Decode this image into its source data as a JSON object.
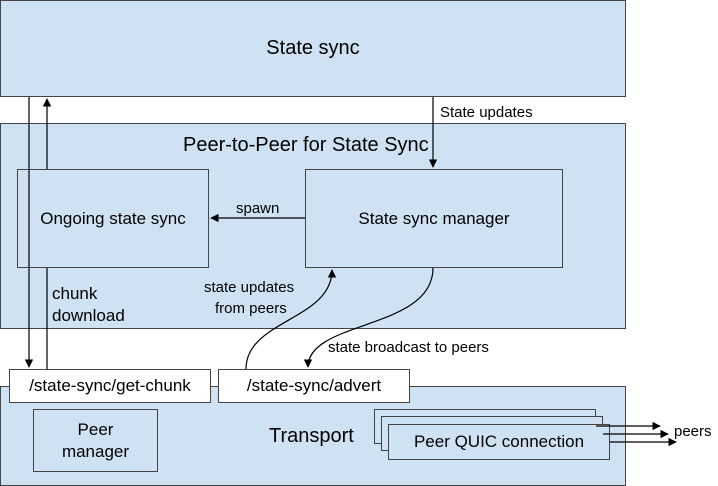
{
  "state_sync": {
    "title": "State sync"
  },
  "p2p": {
    "title": "Peer-to-Peer for State Sync",
    "ongoing": "Ongoing state sync",
    "manager": "State sync manager"
  },
  "edges": {
    "state_updates": "State updates",
    "spawn": "spawn",
    "state_updates_from_peers_1": "state updates",
    "state_updates_from_peers_2": "from peers",
    "chunk_download_1": "chunk",
    "chunk_download_2": "download",
    "state_broadcast": "state broadcast to peers",
    "peers": "peers"
  },
  "endpoints": {
    "get_chunk": "/state-sync/get-chunk",
    "advert": "/state-sync/advert"
  },
  "transport": {
    "title": "Transport",
    "peer_manager_1": "Peer",
    "peer_manager_2": "manager",
    "quic": "Peer QUIC connection"
  }
}
